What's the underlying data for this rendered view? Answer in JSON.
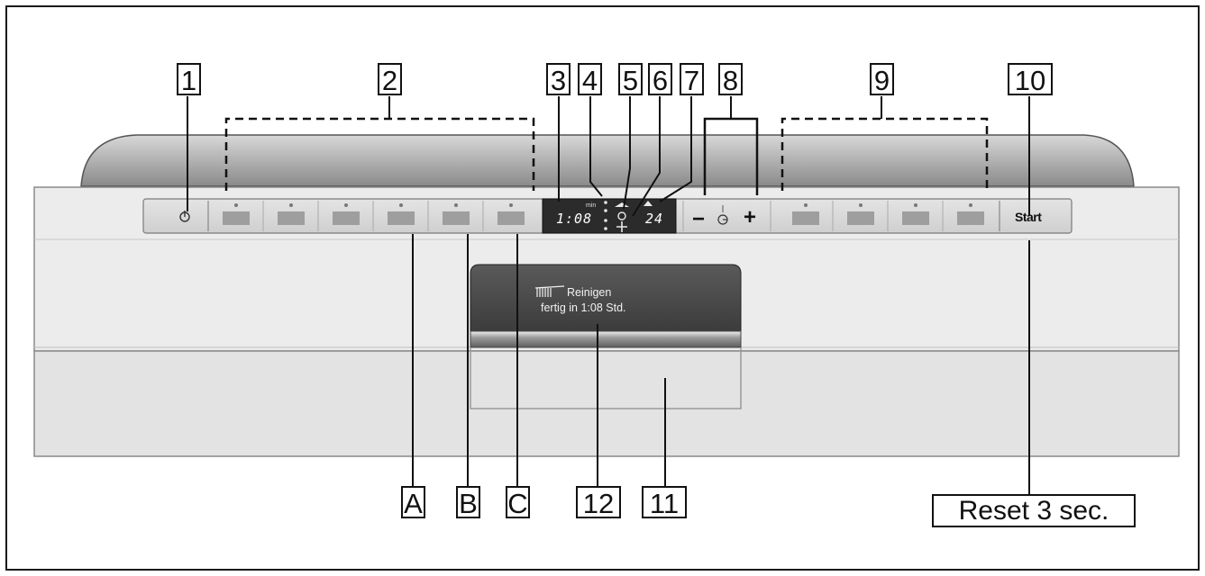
{
  "callouts": {
    "c1": "1",
    "c2": "2",
    "c3": "3",
    "c4": "4",
    "c5": "5",
    "c6": "6",
    "c7": "7",
    "c8": "8",
    "c9": "9",
    "c10": "10",
    "c11": "11",
    "c12": "12",
    "cA": "A",
    "cB": "B",
    "cC": "C",
    "reset": "Reset 3 sec."
  },
  "panel": {
    "start_label": "Start",
    "display_time": "1:08",
    "display_hours": "24",
    "display_unit": "min",
    "minus": "−",
    "plus": "+"
  },
  "screen": {
    "line1": "Reinigen",
    "line2": "fertig in 1:08 Std."
  },
  "colors": {
    "panel": "#e6e6e6",
    "strip": "#b8b8b8",
    "display": "#2a2a2a",
    "screen": "#4a4a4a"
  }
}
